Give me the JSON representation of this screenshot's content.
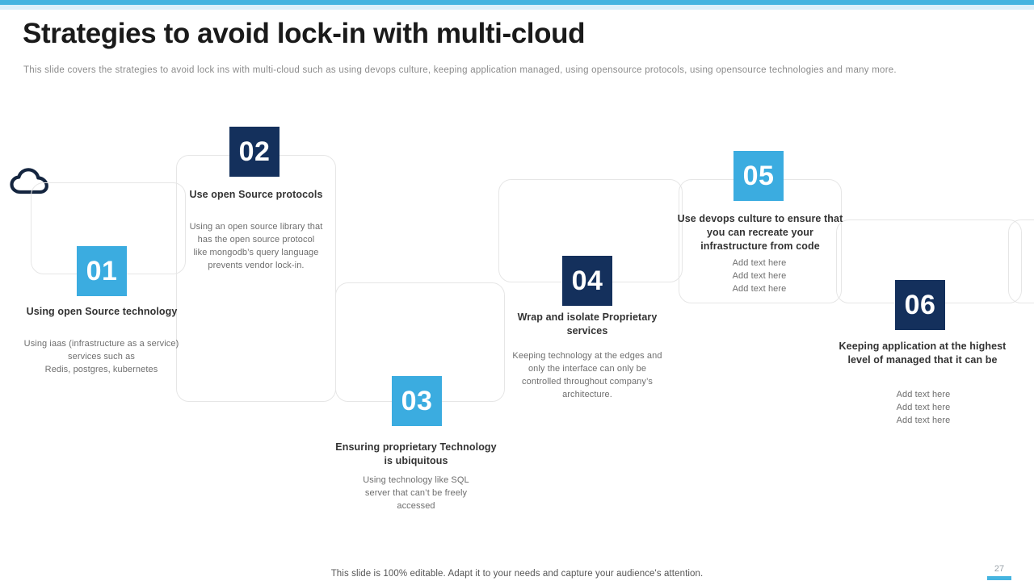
{
  "slide": {
    "title": "Strategies to avoid lock-in with multi-cloud",
    "subtitle": "This slide covers the strategies to avoid lock ins with multi-cloud such as using devops culture, keeping application managed, using opensource protocols, using opensource technologies and many more.",
    "footer_note": "This slide is 100% editable. Adapt it to your needs and capture your audience's attention.",
    "page_number": "27"
  },
  "colors": {
    "accent_light_blue": "#3BACE0",
    "accent_dark_navy": "#14305C",
    "top_bar": "#45B4E0",
    "top_bar_tint": "#DCF0FA",
    "connector_line": "#E6E6E6",
    "title_text": "#1A1A1A",
    "body_text": "#6E6E6E"
  },
  "icons": {
    "cloud": "cloud-icon"
  },
  "steps": [
    {
      "number": "01",
      "badge_style": "light",
      "title_lines": [
        "Using open",
        "Source technology"
      ],
      "desc_lines": [
        "Using iaas (infrastructure as a service)",
        "services such as",
        "Redis, postgres, kubernetes"
      ]
    },
    {
      "number": "02",
      "badge_style": "dark",
      "title_lines": [
        "Use open",
        "Source protocols"
      ],
      "desc_lines": [
        "Using an open source library that",
        "has the open source protocol",
        "like mongodb’s query language",
        "prevents vendor lock-in."
      ]
    },
    {
      "number": "03",
      "badge_style": "light",
      "title_lines": [
        "Ensuring proprietary",
        "Technology is ubiquitous"
      ],
      "desc_lines": [
        "Using technology like SQL",
        "server that can’t be freely",
        "accessed"
      ]
    },
    {
      "number": "04",
      "badge_style": "dark",
      "title_lines": [
        "Wrap and isolate",
        "Proprietary services"
      ],
      "desc_lines": [
        "Keeping technology at the edges and",
        "only the interface can only be",
        "controlled throughout company’s",
        "architecture."
      ]
    },
    {
      "number": "05",
      "badge_style": "light",
      "title_lines": [
        "Use devops culture to ensure",
        "that you can recreate your",
        "infrastructure from code"
      ],
      "desc_lines": [
        "Add text here",
        "Add text here",
        "Add text here"
      ]
    },
    {
      "number": "06",
      "badge_style": "dark",
      "title_lines": [
        "Keeping application at the",
        "highest level of managed that",
        "it can be"
      ],
      "desc_lines": [
        "Add text here",
        "Add text here",
        "Add text here"
      ]
    }
  ]
}
